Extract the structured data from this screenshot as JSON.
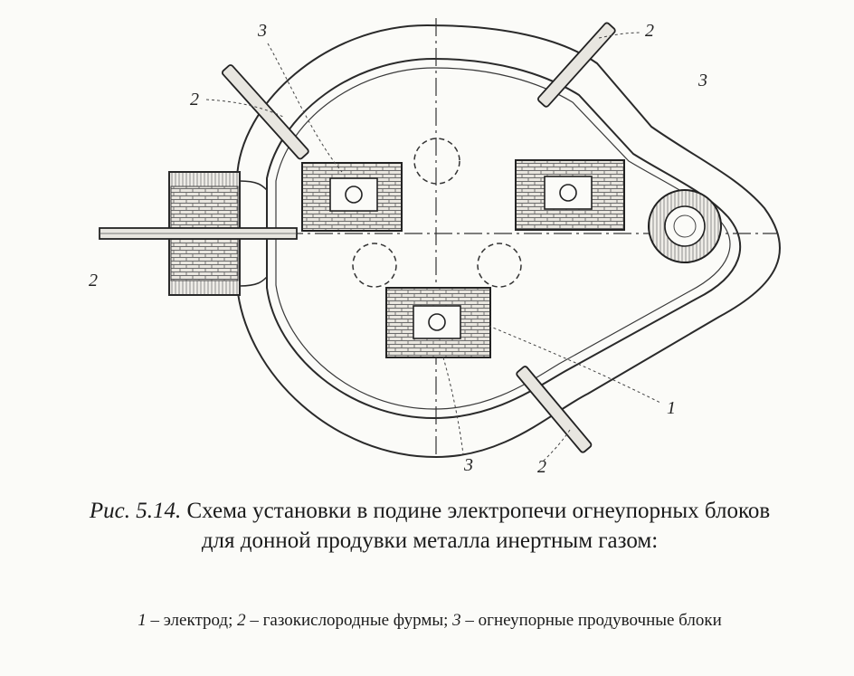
{
  "diagram": {
    "labels": [
      {
        "id": "tuyere_top_left",
        "text": "2"
      },
      {
        "id": "block_label_top_left",
        "text": "3"
      },
      {
        "id": "tuyere_top_right",
        "text": "2"
      },
      {
        "id": "block_label_right",
        "text": "3"
      },
      {
        "id": "tuyere_left",
        "text": "2"
      },
      {
        "id": "electrode",
        "text": "1"
      },
      {
        "id": "block_label_bottom",
        "text": "3"
      },
      {
        "id": "tuyere_bottom",
        "text": "2"
      }
    ]
  },
  "caption": {
    "lead": "Рис. 5.14.",
    "text": "Схема установки в подине электропечи огнеупорных блоков для донной продувки металла инертным газом:"
  },
  "legend": [
    {
      "num": "1",
      "text": " – электрод; "
    },
    {
      "num": "2",
      "text": " – газокислородные фурмы; "
    },
    {
      "num": "3",
      "text": " – огнеупорные продувочные блоки"
    }
  ]
}
